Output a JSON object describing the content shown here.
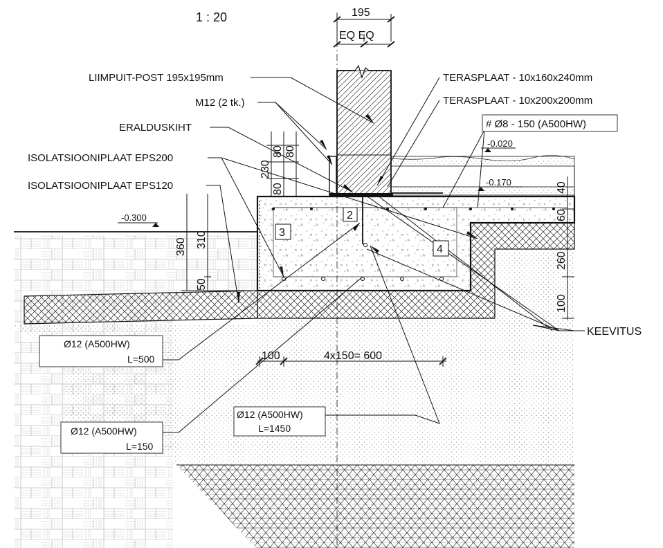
{
  "drawing": {
    "scale": "1 : 20",
    "post": {
      "width_dim": "195",
      "eq_label": "EQ EQ"
    },
    "labels": {
      "post": "LIIMPUIT-POST 195x195mm",
      "bolts": "M12 (2 tk.)",
      "separation": "ERALDUSKIHT",
      "eps200": "ISOLATSIOONIPLAAT EPS200",
      "eps120": "ISOLATSIOONIPLAAT EPS120",
      "plate1": "TERASPLAAT - 10x160x240mm",
      "plate2": "TERASPLAAT - 10x200x200mm",
      "mesh": "# Ø8 - 150 (A500HW)",
      "welding": "KEEVITUS"
    },
    "levels": {
      "top": "-0.020",
      "slab": "-0.170",
      "ground": "-0.300"
    },
    "dimensions": {
      "d230": "230",
      "d80a": "80",
      "d80b": "80",
      "d80c": "80",
      "d40": "40",
      "d60": "60",
      "d260": "260",
      "d100v": "100",
      "d360": "360",
      "d310": "310",
      "d50": "50",
      "d100h": "100",
      "spacing": "4x150= 600"
    },
    "markers": [
      "2",
      "3",
      "4"
    ],
    "rebar": [
      {
        "dia": "Ø12 (A500HW)",
        "len": "L=500"
      },
      {
        "dia": "Ø12 (A500HW)",
        "len": "L=150"
      },
      {
        "dia": "Ø12 (A500HW)",
        "len": "L=1450"
      }
    ]
  }
}
